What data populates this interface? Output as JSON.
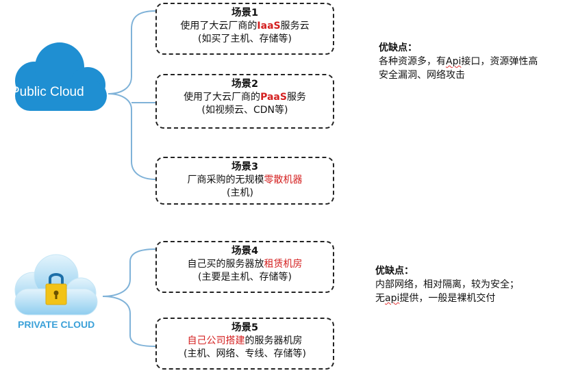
{
  "public_cloud": {
    "label": "Public Cloud"
  },
  "private_cloud": {
    "label": "PRIVATE CLOUD"
  },
  "scenarios": [
    {
      "title": "场景1",
      "l1a": "使用了大云厂商的",
      "l1b": "IaaS",
      "l1c": "服务云",
      "l2": "(如买了主机、存储等)"
    },
    {
      "title": "场景2",
      "l1a": "使用了大云厂商的",
      "l1b": "PaaS",
      "l1c": "服务",
      "l2": "(如视频云、CDN等)"
    },
    {
      "title": "场景3",
      "l1a": "厂商采购的无规模",
      "l1b": "零散机器",
      "l1c": "",
      "l2": "(主机)"
    },
    {
      "title": "场景4",
      "l1a": "自己买的服务器放",
      "l1b": "租赁机房",
      "l1c": "",
      "l2": "(主要是主机、存储等)"
    },
    {
      "title": "场景5",
      "l1a": "",
      "l1b": "自己公司搭建",
      "l1c": "的服务器机房",
      "l2": "(主机、网络、专线、存储等)"
    }
  ],
  "public_notes": {
    "title": "优缺点：",
    "line1a": "各种资源多，有",
    "line1b": "Api",
    "line1c": "接口，资源弹性高",
    "line2": "安全漏洞、网络攻击"
  },
  "private_notes": {
    "title": "优缺点：",
    "line1": "内部网络，相对隔离，较为安全；",
    "line2a": "无",
    "line2b": "api",
    "line2c": "提供，一般是裸机交付"
  },
  "colors": {
    "cloud": "#1f8fd2",
    "private_cloud": "#a9d8f2",
    "lock": "#f2c318",
    "accent_red": "#d42020",
    "connector": "#7fb2d8"
  }
}
